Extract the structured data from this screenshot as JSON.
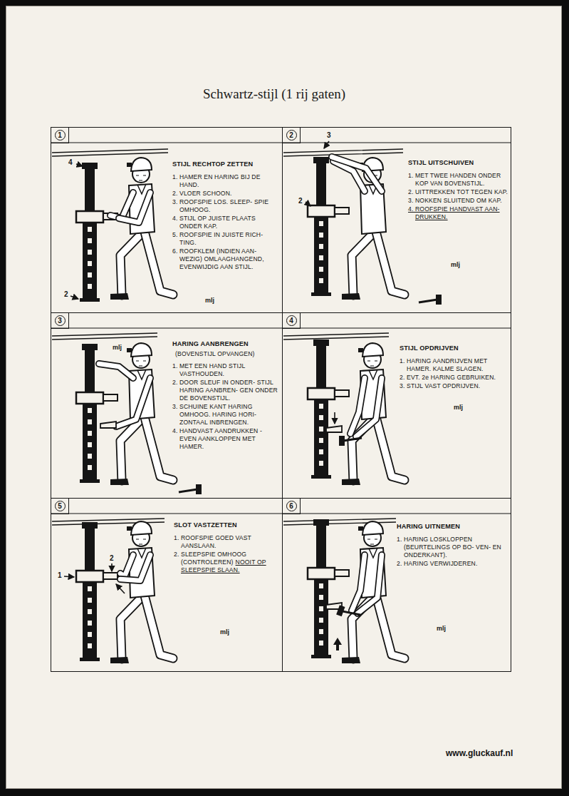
{
  "diagram": {
    "title": "Schwartz-stijl (1 rij gaten)",
    "nodes": [
      {
        "text": [
          "STIJL RECHTOP ZETTEN",
          "1. HAMER EN HARING BIJ DE HAND.",
          "2. VLOER SCHOON.",
          "3. ROOFSPIE LOS. SLEEP- SPIE OMHOOG.",
          "4. STIJL OP JUISTE PLAATS ONDER KAP.",
          "5. ROOFSPIE IN JUISTE RICH- TING.",
          "6. ROOFKLEM (INDIEN AAN- WEZIG) OMLAAGHANGEND, EVENWIJDIG AAN STIJL."
        ]
      },
      {
        "text": [
          "1"
        ],
        "in": 0
      },
      {
        "text": [
          "STIJL UITSCHUIVEN",
          "1. MET TWEE HANDEN ONDER KOP VAN BOVENSTIJL.",
          "2. UITTREKKEN TOT TEGEN KAP.",
          "3. NOKKEN SLUITEND OM KAP.",
          "4. ROOFSPIE HANDVAST AAN- DRUKKEN."
        ]
      },
      {
        "text": [
          "2"
        ],
        "in": 2
      },
      {
        "text": [
          "HARING AANBRENGEN",
          "(BOVENSTIJL OPVANGEN)",
          "1. MET EEN HAND STIJL VASTHOUDEN.",
          "2. DOOR SLEUF IN ONDER- STIJL HARING AANBREN- GEN ONDER DE BOVENSTIJL.",
          "3. SCHUINE KANT HARING OMHOOG. HARING HORI- ZONTAAL INBRENGEN.",
          "4. HANDVAST AANDRUKKEN - EVEN AANKLOPPEN MET HAMER."
        ]
      },
      {
        "text": [
          "3"
        ],
        "in": 4
      },
      {
        "text": [
          "STIJL OPDRIJVEN",
          "1. HARING AANDRIJVEN MET HAMER. KALME SLAGEN.",
          "2. EVT. 2e HARING GEBRUIKEN.",
          "3. STIJL VAST OPDRIJVEN."
        ]
      },
      {
        "text": [
          "4"
        ],
        "in": 6
      },
      {
        "text": [
          "SLOT VASTZETTEN",
          "1. ROOFSPIE GOED VAST AANSLAAN.",
          "2. SLEEPSPIE OMHOOG (CONTROLEREN)",
          "NOOIT OP SLEEPSPIE SLAAN."
        ]
      },
      {
        "text": [
          "5"
        ],
        "in": 8
      },
      {
        "text": [
          "HARING UITNEMEN",
          "1. HARING LOSKLOPPEN (BEURTELINGS OP BO- VEN- EN ONDERKANT).",
          "2. HARING VERWIJDEREN."
        ]
      },
      {
        "text": [
          "6"
        ],
        "in": 10
      }
    ],
    "labels": [
      "4",
      "2",
      "3",
      "2",
      "1",
      "2",
      "mlj",
      "mlj",
      "mlj",
      "mlj",
      "mlj",
      "mlj",
      "www.gluckauf.nl"
    ]
  }
}
